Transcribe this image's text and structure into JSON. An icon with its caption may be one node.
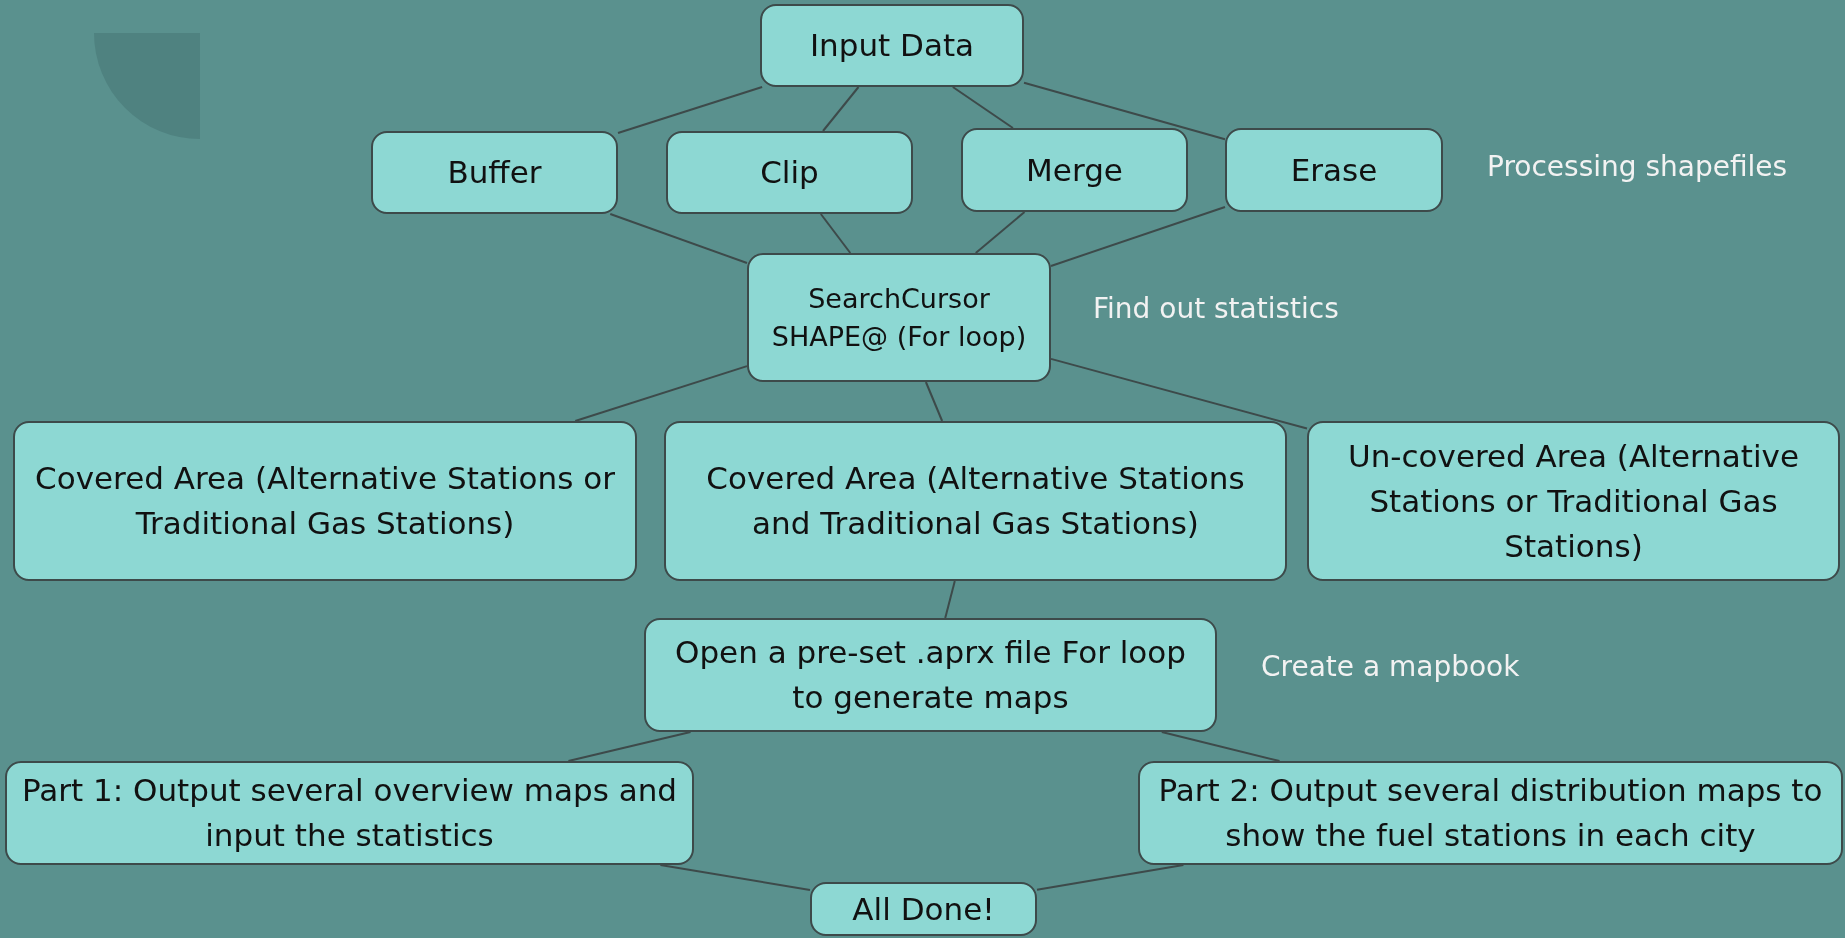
{
  "diagram": {
    "nodes": [
      {
        "text": [
          "Input Data"
        ]
      },
      {
        "text": [
          "Buffer"
        ]
      },
      {
        "text": [
          "Clip"
        ]
      },
      {
        "text": [
          "Merge"
        ]
      },
      {
        "text": [
          "Erase"
        ]
      },
      {
        "text": [
          "SearchCursor SHAPE@ (For loop)"
        ]
      },
      {
        "text": [
          "Covered Area (Alternative Stations or Traditional Gas Stations)"
        ]
      },
      {
        "text": [
          "Covered Area (Alternative Stations and Traditional Gas Stations)"
        ]
      },
      {
        "text": [
          "Un-covered Area (Alternative Stations or Traditional Gas Stations)"
        ]
      },
      {
        "text": [
          "Open a pre-set .aprx file For loop to generate maps"
        ]
      },
      {
        "text": [
          "Part 1: Output several overview maps and input the statistics"
        ]
      },
      {
        "text": [
          "Part 2: Output several distribution maps to show the fuel stations in each city"
        ]
      },
      {
        "text": [
          "All Done!"
        ]
      }
    ],
    "edges": [
      {
        "from": 0,
        "to": 1,
        "arrow": "none"
      },
      {
        "from": 0,
        "to": 2,
        "arrow": "none"
      },
      {
        "from": 0,
        "to": 3,
        "arrow": "none"
      },
      {
        "from": 0,
        "to": 4,
        "arrow": "none"
      },
      {
        "from": 1,
        "to": 5,
        "arrow": "none"
      },
      {
        "from": 2,
        "to": 5,
        "arrow": "none"
      },
      {
        "from": 3,
        "to": 5,
        "arrow": "none"
      },
      {
        "from": 4,
        "to": 5,
        "arrow": "none"
      },
      {
        "from": 5,
        "to": 6,
        "arrow": "none"
      },
      {
        "from": 5,
        "to": 7,
        "arrow": "none"
      },
      {
        "from": 5,
        "to": 8,
        "arrow": "none"
      },
      {
        "from": 7,
        "to": 9,
        "arrow": "none"
      },
      {
        "from": 9,
        "to": 10,
        "arrow": "none"
      },
      {
        "from": 9,
        "to": 11,
        "arrow": "none"
      },
      {
        "from": 10,
        "to": 12,
        "arrow": "none"
      },
      {
        "from": 11,
        "to": 12,
        "arrow": "none"
      }
    ],
    "labels": [
      "Processing shapefiles",
      "Find out statistics",
      "Create a mapbook"
    ]
  }
}
